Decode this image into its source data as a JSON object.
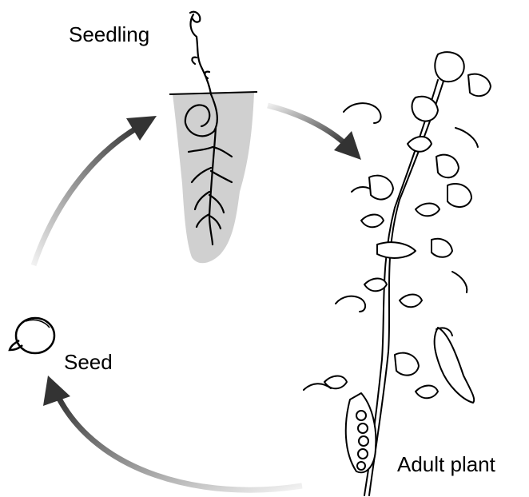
{
  "diagram": {
    "stages": {
      "seedling": "Seedling",
      "seed": "Seed",
      "adult_plant": "Adult plant"
    }
  },
  "colors": {
    "line": "#000000",
    "soil": "#d0d0d0",
    "arrow_dark": "#333333",
    "arrow_light": "#e6e6e6"
  },
  "icons": [
    "seed-icon",
    "seedling-icon",
    "adult-plant-icon",
    "cycle-arrow-icon"
  ]
}
